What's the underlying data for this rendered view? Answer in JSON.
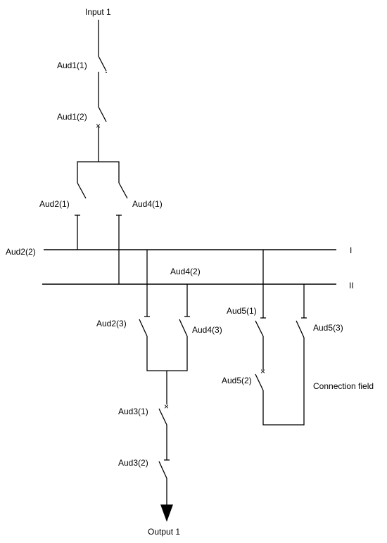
{
  "labels": {
    "input": "Input 1",
    "output": "Output 1",
    "bus_1": "I",
    "bus_2": "II",
    "connection_field": "Connection field",
    "aud1_1": "Aud1(1)",
    "aud1_2": "Aud1(2)",
    "aud2_1": "Aud2(1)",
    "aud2_2": "Aud2(2)",
    "aud2_3": "Aud2(3)",
    "aud3_1": "Aud3(1)",
    "aud3_2": "Aud3(2)",
    "aud4_1": "Aud4(1)",
    "aud4_2": "Aud4(2)",
    "aud4_3": "Aud4(3)",
    "aud5_1": "Aud5(1)",
    "aud5_2": "Aud5(2)",
    "aud5_3": "Aud5(3)"
  },
  "switch_marks": {
    "breaker": "×"
  }
}
